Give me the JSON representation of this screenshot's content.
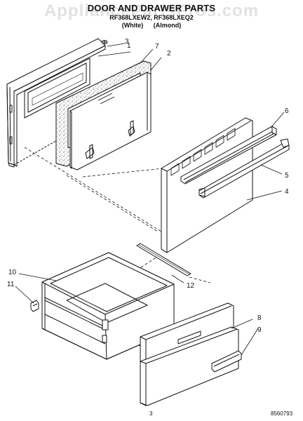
{
  "title": "DOOR AND DRAWER PARTS",
  "model_line": "RF368LXEW2, RF368LXEQ2",
  "color_white": "(White)",
  "color_almond": "(Almond)",
  "watermark": "AppliancePartsPros.com",
  "callouts": [
    "1",
    "2",
    "3",
    "4",
    "5",
    "6",
    "7",
    "8",
    "9",
    "10",
    "11",
    "12"
  ],
  "page_number": "3",
  "doc_number": "8560793"
}
